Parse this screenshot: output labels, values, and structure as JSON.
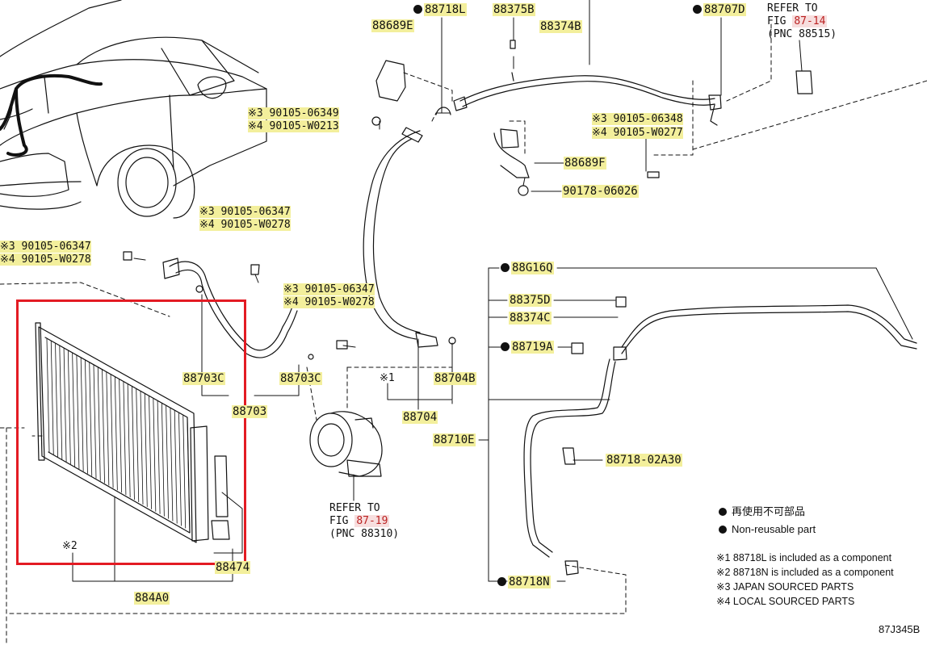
{
  "diagram_code": "87J345B",
  "colors": {
    "highlight": "#f3ef9c",
    "fig_link": "#f7dede",
    "selection_box": "#e31b23"
  },
  "labels": {
    "p88718L": "88718L",
    "p88375B": "88375B",
    "p88374B": "88374B",
    "p88707D": "88707D",
    "p88689E": "88689E",
    "p88689F": "88689F",
    "p90178": "90178-06026",
    "p88G16Q": "88G16Q",
    "p88375D": "88375D",
    "p88374C": "88374C",
    "p88719A": "88719A",
    "p88703C_a": "88703C",
    "p88703C_b": "88703C",
    "p88703": "88703",
    "p88704B": "88704B",
    "p88704": "88704",
    "p88710E": "88710E",
    "p88718_02A30": "88718-02A30",
    "p88718N": "88718N",
    "p88474": "88474",
    "p884A0": "884A0"
  },
  "bolts": {
    "b1_jp": "※3 90105-06349",
    "b1_lc": "※4 90105-W0213",
    "b2_jp": "※3 90105-06348",
    "b2_lc": "※4 90105-W0277",
    "b3_jp": "※3 90105-06347",
    "b3_lc": "※4 90105-W0278",
    "b4_jp": "※3 90105-06347",
    "b4_lc": "※4 90105-W0278",
    "b5_jp": "※3 90105-06347",
    "b5_lc": "※4 90105-W0278"
  },
  "refs": {
    "ref1": {
      "line1": "REFER TO",
      "fig_prefix": "FIG ",
      "fig": "87-14",
      "pnc": "(PNC 88515)"
    },
    "ref2": {
      "line1": "REFER TO",
      "fig_prefix": "FIG ",
      "fig": "87-19",
      "pnc": "(PNC 88310)"
    }
  },
  "notes": {
    "n1": "※1",
    "n2": "※2"
  },
  "legend": {
    "jp": "再使用不可部品",
    "en": "Non-reusable part",
    "f1": "※1 88718L is included as a component",
    "f2": "※2 88718N is included as a component",
    "f3": "※3 JAPAN SOURCED PARTS",
    "f4": "※4 LOCAL SOURCED PARTS"
  }
}
